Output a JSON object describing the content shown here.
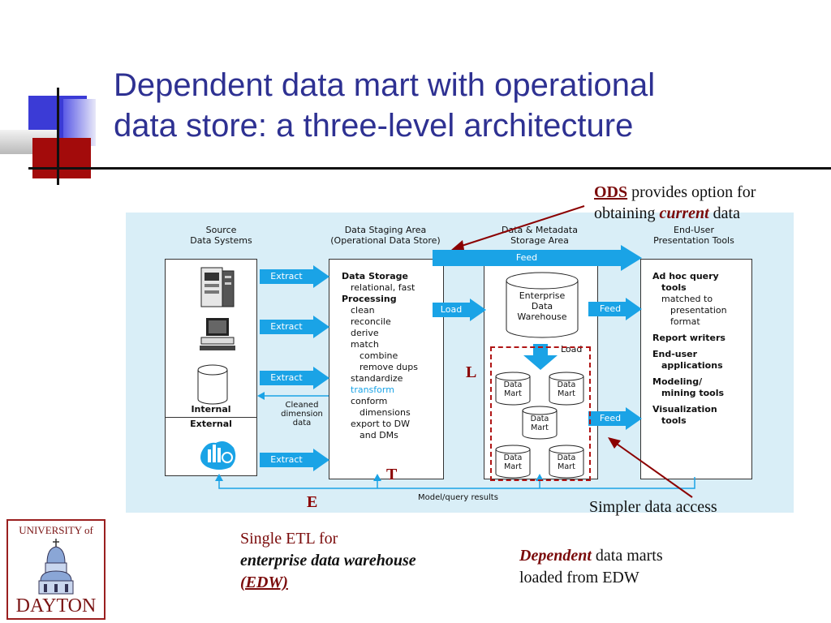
{
  "slide": {
    "title_line1": "Dependent data mart with operational",
    "title_line2": "data store: a three-level architecture"
  },
  "diagram": {
    "headers": {
      "source": [
        "Source",
        "Data Systems"
      ],
      "staging": [
        "Data Staging Area",
        "(Operational Data Store)"
      ],
      "storage": [
        "Data & Metadata",
        "Storage Area"
      ],
      "enduser": [
        "End-User",
        "Presentation Tools"
      ]
    },
    "source": {
      "internal_label": "Internal",
      "external_label": "External"
    },
    "extract_labels": [
      "Extract",
      "Extract",
      "Extract",
      "Extract"
    ],
    "cleaned_label": [
      "Cleaned",
      "dimension",
      "data"
    ],
    "staging_items": [
      {
        "text": "Data Storage",
        "bold": true,
        "indent": 0
      },
      {
        "text": "relational, fast",
        "bold": false,
        "indent": 1
      },
      {
        "text": "Processing",
        "bold": true,
        "indent": 0
      },
      {
        "text": "clean",
        "bold": false,
        "indent": 1
      },
      {
        "text": "reconcile",
        "bold": false,
        "indent": 1
      },
      {
        "text": "derive",
        "bold": false,
        "indent": 1
      },
      {
        "text": "match",
        "bold": false,
        "indent": 1
      },
      {
        "text": "combine",
        "bold": false,
        "indent": 2
      },
      {
        "text": "remove dups",
        "bold": false,
        "indent": 2
      },
      {
        "text": "standardize",
        "bold": false,
        "indent": 1
      },
      {
        "text": "transform",
        "bold": false,
        "indent": 1,
        "highlight": true
      },
      {
        "text": "conform",
        "bold": false,
        "indent": 1
      },
      {
        "text": "dimensions",
        "bold": false,
        "indent": 2
      },
      {
        "text": "export to DW",
        "bold": false,
        "indent": 1
      },
      {
        "text": "and DMs",
        "bold": false,
        "indent": 2
      }
    ],
    "feed_label_top": "Feed",
    "load_label_1": "Load",
    "load_label_2": "Load",
    "edw_label": [
      "Enterprise",
      "Data",
      "Warehouse"
    ],
    "data_mart_label": [
      "Data",
      "Mart"
    ],
    "feed_labels": [
      "Feed",
      "Feed"
    ],
    "enduser_items": [
      {
        "text": "Ad hoc query",
        "bold": true,
        "indent": 0
      },
      {
        "text": "tools",
        "bold": true,
        "indent": 1
      },
      {
        "text": "matched to",
        "bold": false,
        "indent": 1
      },
      {
        "text": "presentation",
        "bold": false,
        "indent": 2
      },
      {
        "text": "format",
        "bold": false,
        "indent": 2
      },
      {
        "text": "",
        "bold": false,
        "indent": 0
      },
      {
        "text": "Report writers",
        "bold": true,
        "indent": 0
      },
      {
        "text": "",
        "bold": false,
        "indent": 0
      },
      {
        "text": "End-user",
        "bold": true,
        "indent": 0
      },
      {
        "text": "applications",
        "bold": true,
        "indent": 1
      },
      {
        "text": "",
        "bold": false,
        "indent": 0
      },
      {
        "text": "Modeling/",
        "bold": true,
        "indent": 0
      },
      {
        "text": "mining tools",
        "bold": true,
        "indent": 1
      },
      {
        "text": "",
        "bold": false,
        "indent": 0
      },
      {
        "text": "Visualization",
        "bold": true,
        "indent": 0
      },
      {
        "text": "tools",
        "bold": true,
        "indent": 1
      }
    ],
    "model_query_label": "Model/query results"
  },
  "annotations": {
    "ods_word": "ODS",
    "ods_rest": " provides option for",
    "ods_line2_a": "obtaining ",
    "ods_line2_b": "current",
    "ods_line2_c": " data",
    "letter_L": "L",
    "letter_T": "T",
    "letter_E": "E",
    "simpler": "Simpler data access",
    "etl_line1": "Single ETL for",
    "etl_line2": "enterprise data warehouse",
    "etl_line3": "(EDW)",
    "dep_word": "Dependent",
    "dep_rest": " data marts",
    "dep_line2": "loaded from EDW"
  },
  "logo": {
    "top_text": "UNIVERSITY of",
    "bottom_text": "DAYTON"
  },
  "colors": {
    "title": "#2e3192",
    "arrow_blue": "#1aa3e6",
    "annotation_red": "#7a0a0a",
    "diagram_bg": "#d9eef7"
  }
}
